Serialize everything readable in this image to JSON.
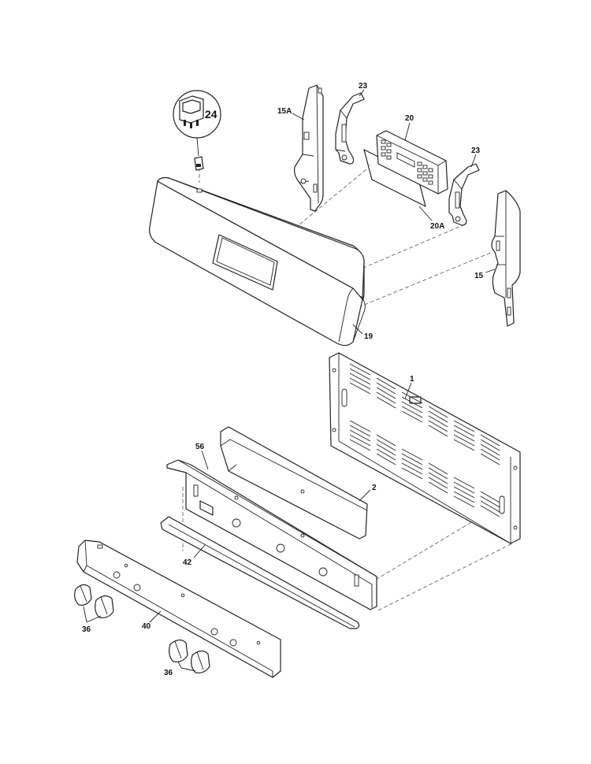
{
  "callouts": {
    "p1": "1",
    "p2": "2",
    "p15": "15",
    "p15a": "15A",
    "p19": "19",
    "p20": "20",
    "p20a": "20A",
    "p23a": "23",
    "p23b": "23",
    "p24": "24",
    "p36a": "36",
    "p36b": "36",
    "p40": "40",
    "p42": "42",
    "p56": "56"
  }
}
